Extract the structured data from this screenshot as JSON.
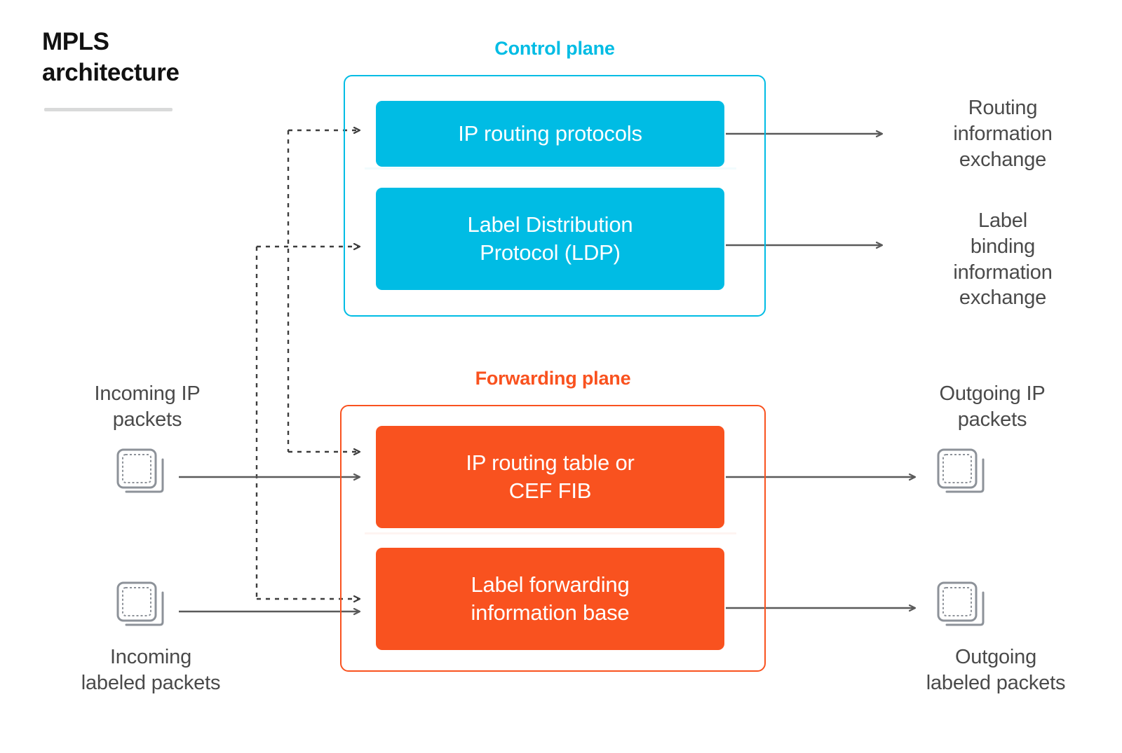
{
  "title": {
    "text": "MPLS\narchitecture"
  },
  "planes": {
    "control": {
      "heading": "Control plane",
      "color": "#00bce4",
      "blocks": [
        {
          "label": "IP routing protocols"
        },
        {
          "label": "Label Distribution\nProtocol (LDP)"
        }
      ]
    },
    "forwarding": {
      "heading": "Forwarding plane",
      "color": "#f9521f",
      "blocks": [
        {
          "label": "IP routing table or\nCEF FIB"
        },
        {
          "label": "Label forwarding\ninformation base"
        }
      ]
    }
  },
  "outputs": {
    "routing_information_exchange": "Routing\ninformation\nexchange",
    "label_binding_information_exchange": "Label\nbinding\ninformation\nexchange"
  },
  "packets": {
    "incoming_ip": "Incoming IP\npackets",
    "incoming_labeled": "Incoming\nlabeled packets",
    "outgoing_ip": "Outgoing IP\npackets",
    "outgoing_labeled": "Outgoing\nlabeled packets"
  },
  "colors": {
    "cyan": "#00bce4",
    "orange": "#f9521f",
    "text_gray": "#4a4a4a",
    "line_gray": "#5a5a5a",
    "rule_gray": "#d9dada",
    "icon_gray": "#8d9299"
  },
  "icons": {
    "packet": "packet-stack-icon"
  }
}
